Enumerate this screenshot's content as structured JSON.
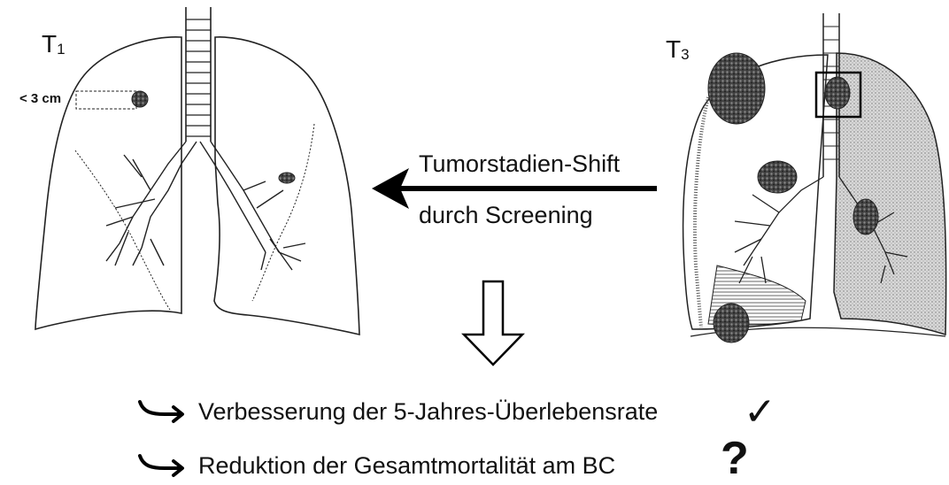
{
  "left_figure": {
    "stage_letter": "T",
    "stage_number": "1",
    "size_label": "< 3 cm"
  },
  "right_figure": {
    "stage_letter": "T",
    "stage_number": "3"
  },
  "shift_arrow": {
    "line1": "Tumorstadien-Shift",
    "line2": "durch Screening"
  },
  "results": [
    {
      "text": "Verbesserung der 5-Jahres-Überlebensrate",
      "mark_icon": "check-icon",
      "mark": "✓"
    },
    {
      "text": "Reduktion der Gesamtmortalität am BC",
      "mark_icon": "question-icon",
      "mark": "?"
    }
  ]
}
